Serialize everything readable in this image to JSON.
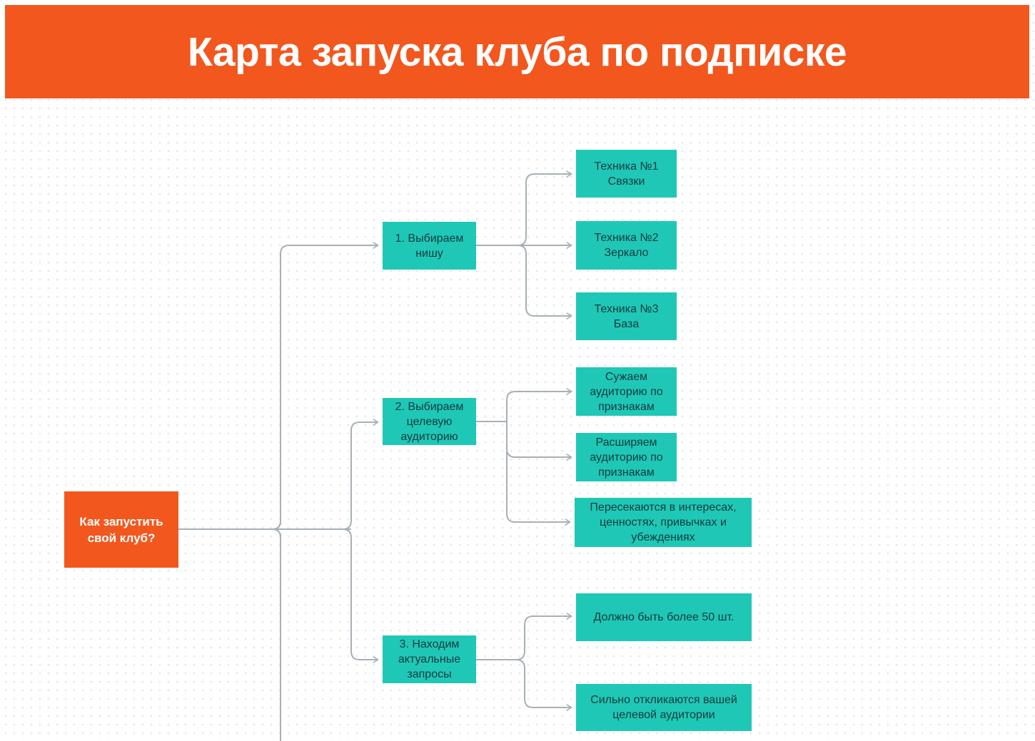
{
  "title": "Карта запуска клуба по подписке",
  "colors": {
    "accent_orange": "#f2571e",
    "node_teal": "#1fc8b6",
    "node_text_dark": "#14393f",
    "connector_gray": "#a7b0b6",
    "canvas_dot": "#e2e4e8"
  },
  "diagram": {
    "root": {
      "label": "Как запустить свой клуб?"
    },
    "branches": [
      {
        "label": "1. Выбираем нишу",
        "children": [
          "Техника №1 Связки",
          "Техника №2 Зеркало",
          "Техника №3 База"
        ]
      },
      {
        "label": "2. Выбираем целевую аудиторию",
        "children": [
          "Сужаем аудиторию по признакам",
          "Расширяем аудиторию по признакам",
          "Пересекаются в интересах, ценностях, привычках и убеждениях"
        ]
      },
      {
        "label": "3. Находим актуальные запросы",
        "children": [
          "Должно быть более 50 шт.",
          "Сильно откликаются вашей целевой аудитории"
        ]
      }
    ]
  }
}
